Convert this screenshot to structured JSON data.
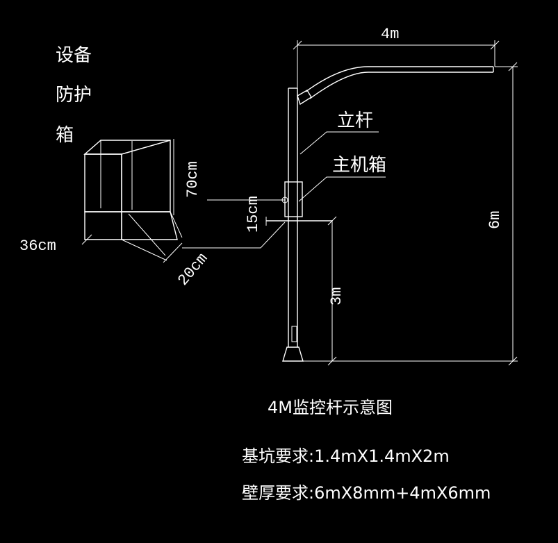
{
  "labels": {
    "box_title": [
      "设备",
      "防护",
      "箱"
    ],
    "pole": "立杆",
    "host_box": "主机箱",
    "arm_length": "4m",
    "total_height": "6m",
    "lower_height": "3m",
    "box_height": "70cm",
    "box_width": "36cm",
    "box_depth": "20cm",
    "mount_height": "15cm"
  },
  "caption": {
    "title": "4M监控杆示意图",
    "foundation": "基坑要求:1.4mX1.4mX2m",
    "wall": "壁厚要求:6mX8mm+4mX6mm"
  },
  "colors": {
    "background": "#000000",
    "lines": "#ffffff"
  }
}
